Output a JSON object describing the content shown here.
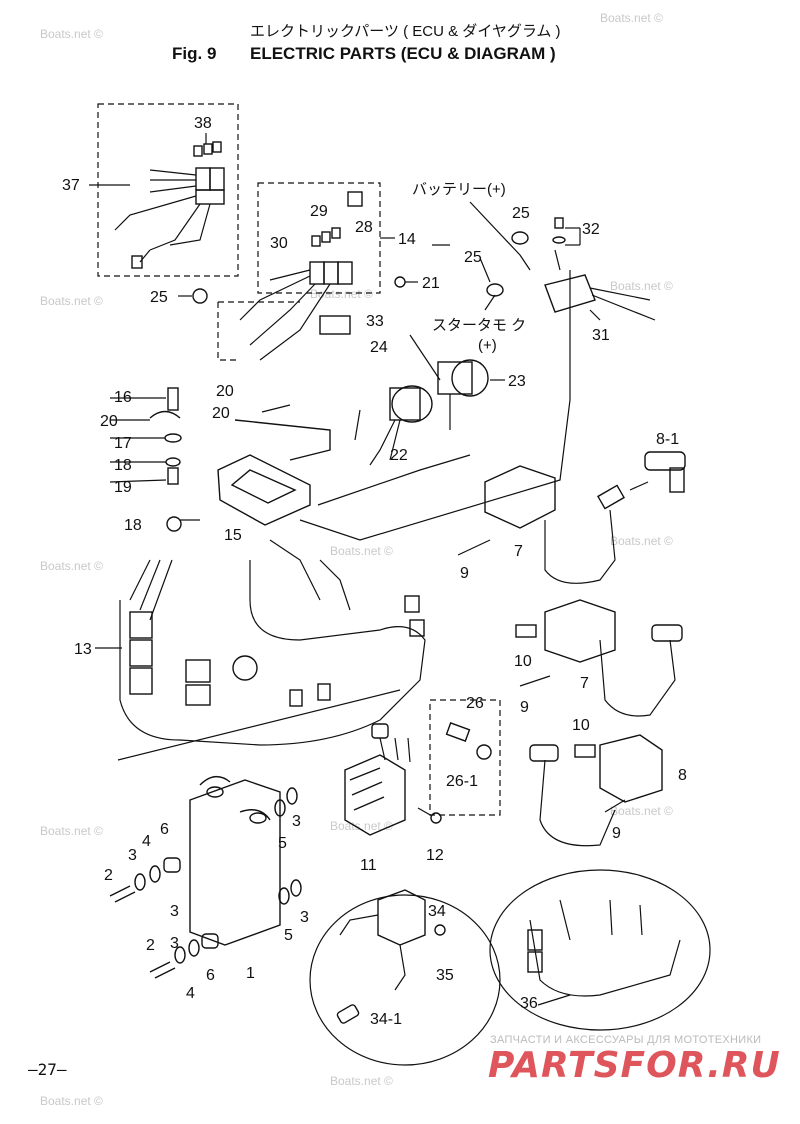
{
  "header": {
    "fig_no": "Fig. 9",
    "title_jp": "エレクトリックパーツ ( ECU & ダイヤグラム )",
    "title_en": "ELECTRIC PARTS (ECU & DIAGRAM )"
  },
  "page_number": "—27—",
  "watermark": "Boats.net ©",
  "footer": {
    "text_ru": "ЗАПЧАСТИ И АКСЕССУАРЫ ДЛЯ МОТОТЕХНИКИ",
    "logo_text": "PARTSFOR.RU"
  },
  "callouts": [
    {
      "name": "label-38",
      "text": "38"
    },
    {
      "name": "label-37",
      "text": "37"
    },
    {
      "name": "label-29",
      "text": "29"
    },
    {
      "name": "label-28",
      "text": "28"
    },
    {
      "name": "label-30",
      "text": "30"
    },
    {
      "name": "label-14",
      "text": "14"
    },
    {
      "name": "label-21",
      "text": "21"
    },
    {
      "name": "label-25-a",
      "text": "25"
    },
    {
      "name": "label-33",
      "text": "33"
    },
    {
      "name": "label-24",
      "text": "24"
    },
    {
      "name": "label-23",
      "text": "23"
    },
    {
      "name": "label-22",
      "text": "22"
    },
    {
      "name": "label-20-a",
      "text": "20"
    },
    {
      "name": "label-20-b",
      "text": "20"
    },
    {
      "name": "label-20-c",
      "text": "20"
    },
    {
      "name": "label-16",
      "text": "16"
    },
    {
      "name": "label-17",
      "text": "17"
    },
    {
      "name": "label-18-a",
      "text": "18"
    },
    {
      "name": "label-19",
      "text": "19"
    },
    {
      "name": "label-18-b",
      "text": "18"
    },
    {
      "name": "label-15",
      "text": "15"
    },
    {
      "name": "label-25-b",
      "text": "25"
    },
    {
      "name": "label-25-c",
      "text": "25"
    },
    {
      "name": "label-32",
      "text": "32"
    },
    {
      "name": "label-31",
      "text": "31"
    },
    {
      "name": "label-8-1",
      "text": "8-1"
    },
    {
      "name": "label-7-a",
      "text": "7"
    },
    {
      "name": "label-9-a",
      "text": "9"
    },
    {
      "name": "label-13",
      "text": "13"
    },
    {
      "name": "label-10-a",
      "text": "10"
    },
    {
      "name": "label-7-b",
      "text": "7"
    },
    {
      "name": "label-9-b",
      "text": "9"
    },
    {
      "name": "label-26",
      "text": "26"
    },
    {
      "name": "label-26-1",
      "text": "26-1"
    },
    {
      "name": "label-10-b",
      "text": "10"
    },
    {
      "name": "label-8",
      "text": "8"
    },
    {
      "name": "label-9-c",
      "text": "9"
    },
    {
      "name": "label-11",
      "text": "11"
    },
    {
      "name": "label-12",
      "text": "12"
    },
    {
      "name": "label-6-a",
      "text": "6"
    },
    {
      "name": "label-4-a",
      "text": "4"
    },
    {
      "name": "label-3-a",
      "text": "3"
    },
    {
      "name": "label-2-a",
      "text": "2"
    },
    {
      "name": "label-3-b",
      "text": "3"
    },
    {
      "name": "label-5-a",
      "text": "5"
    },
    {
      "name": "label-3-c",
      "text": "3"
    },
    {
      "name": "label-5-b",
      "text": "5"
    },
    {
      "name": "label-3-d",
      "text": "3"
    },
    {
      "name": "label-3-e",
      "text": "3"
    },
    {
      "name": "label-2-b",
      "text": "2"
    },
    {
      "name": "label-6-b",
      "text": "6"
    },
    {
      "name": "label-4-b",
      "text": "4"
    },
    {
      "name": "label-1",
      "text": "1"
    },
    {
      "name": "label-34",
      "text": "34"
    },
    {
      "name": "label-35",
      "text": "35"
    },
    {
      "name": "label-34-1",
      "text": "34-1"
    },
    {
      "name": "label-36",
      "text": "36"
    }
  ],
  "japanese_labels": {
    "battery": "バッテリー(+)",
    "starter": "スタータモ ク",
    "starter_plus": "(+)"
  }
}
